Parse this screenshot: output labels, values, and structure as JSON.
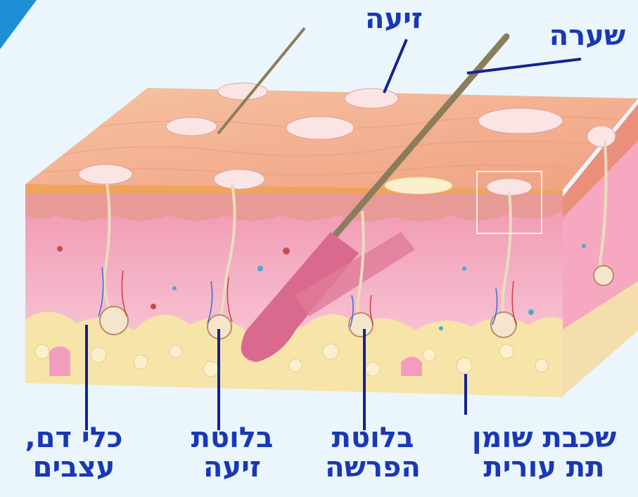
{
  "labels": {
    "sweat": "זיעה",
    "hair": "שערה",
    "blood_vessels_line1": "כלי דם,",
    "blood_vessels_line2": "עצבים",
    "sweat_gland_line1": "בלוטת",
    "sweat_gland_line2": "זיעה",
    "excretion_gland_line1": "בלוטת",
    "excretion_gland_line2": "הפרשה",
    "subcutaneous_fat_line1": "שכבת שומן",
    "subcutaneous_fat_line2": "תת עורית"
  },
  "colors": {
    "label": "#1a37b4",
    "leader_line": "#14238f",
    "skin_surface": "#f4b08a",
    "dermis": "#f2a9c0",
    "fat": "#f7e4a9",
    "accent_corner": "#1e8fd6"
  }
}
